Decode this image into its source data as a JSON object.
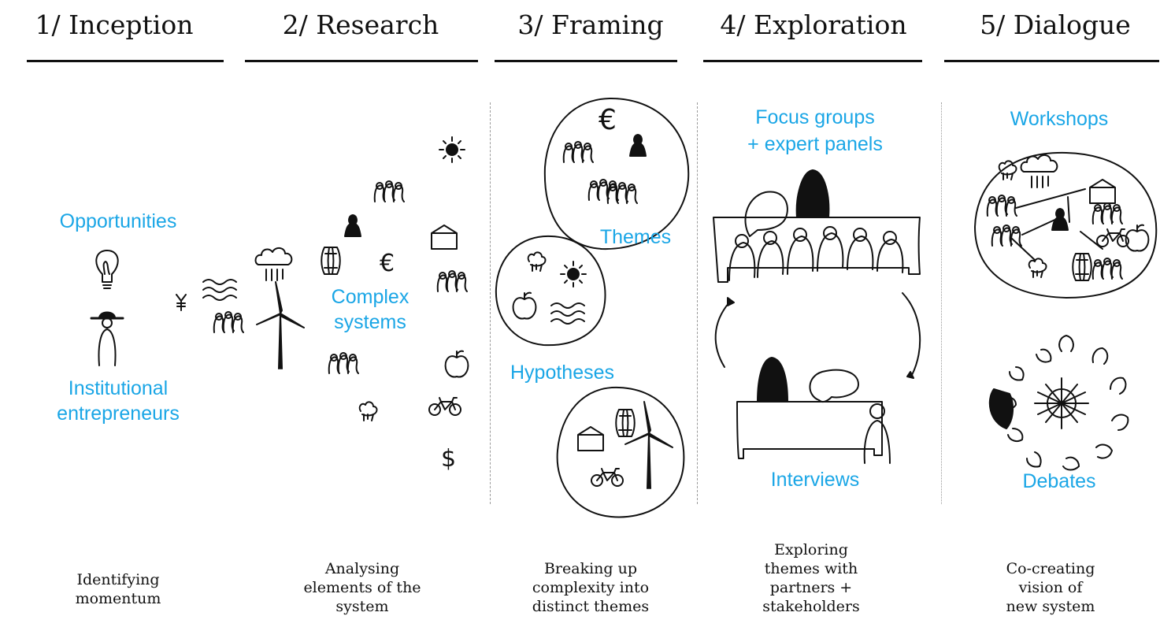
{
  "stages": [
    {
      "header": "1/ Inception",
      "labels": [
        "Opportunities",
        "Institutional",
        "entrepreneurs"
      ],
      "caption": [
        "Identifying",
        "momentum"
      ]
    },
    {
      "header": "2/ Research",
      "labels": [
        "Complex",
        "systems"
      ],
      "caption": [
        "Analysing",
        "elements of the",
        "system"
      ]
    },
    {
      "header": "3/ Framing",
      "labels": [
        "Themes",
        "Hypotheses"
      ],
      "caption": [
        "Breaking up",
        "complexity into",
        "distinct themes"
      ]
    },
    {
      "header": "4/ Exploration",
      "labels": [
        "Focus groups",
        "+ expert panels",
        "Interviews"
      ],
      "caption": [
        "Exploring",
        "themes with",
        "partners +",
        "stakeholders"
      ]
    },
    {
      "header": "5/ Dialogue",
      "labels": [
        "Workshops",
        "Debates"
      ],
      "caption": [
        "Co-creating",
        "vision of",
        "new system"
      ]
    }
  ],
  "symbols": {
    "euro": "€",
    "yen": "¥",
    "dollar": "$"
  },
  "colors": {
    "label_blue": "#1aa6e6",
    "ink": "#111111",
    "divider": "#9a9a9a"
  }
}
